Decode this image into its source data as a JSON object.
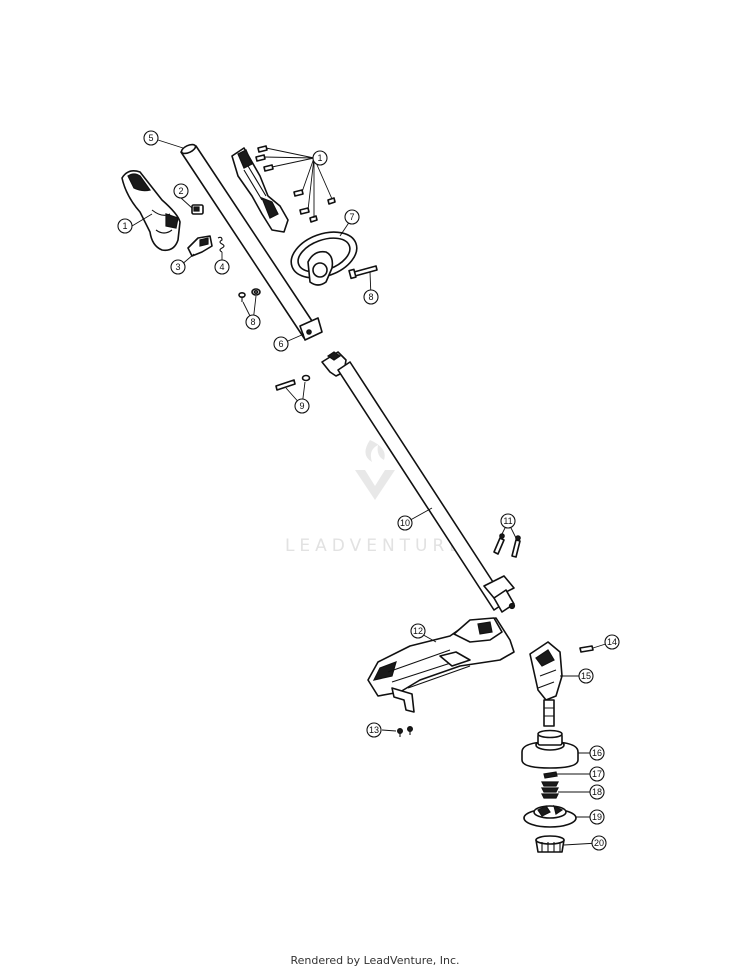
{
  "watermark": {
    "text": "LEADVENTURE"
  },
  "footer": {
    "text": "Rendered by LeadVenture, Inc."
  },
  "callouts": {
    "c1a": "1",
    "c1b": "1",
    "c2": "2",
    "c3": "3",
    "c4": "4",
    "c5": "5",
    "c6": "6",
    "c7": "7",
    "c8a": "8",
    "c8b": "8",
    "c9": "9",
    "c10": "10",
    "c11": "11",
    "c12": "12",
    "c13": "13",
    "c14": "14",
    "c15": "15",
    "c16": "16",
    "c17": "17",
    "c18": "18",
    "c19": "19",
    "c20": "20"
  },
  "colors": {
    "line": "#111111",
    "watermark": "#e2e2e2",
    "background": "#ffffff"
  }
}
